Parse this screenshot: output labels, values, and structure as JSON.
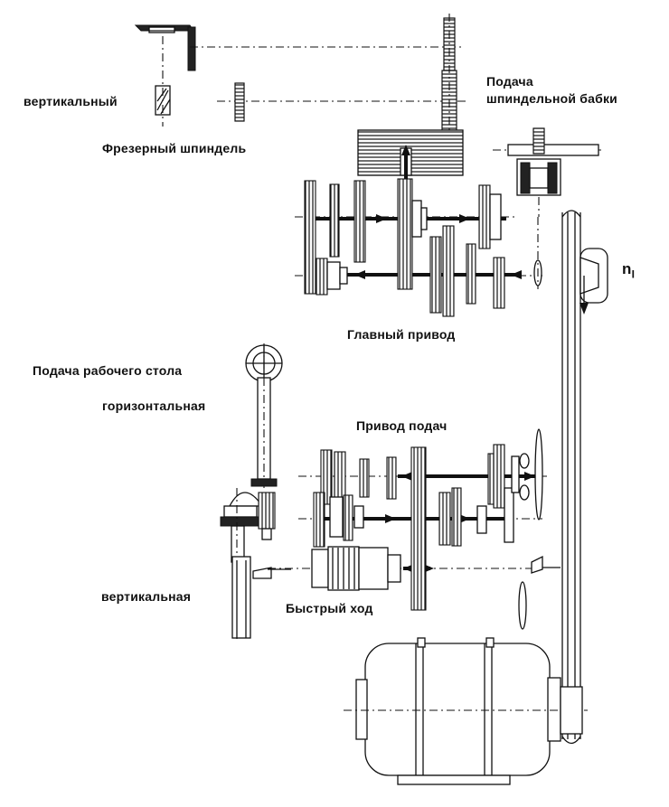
{
  "labels": {
    "vertical_spindle": "вертикальный",
    "milling_spindle": "Фрезерный шпиндель",
    "headstock_feed_line1": "Подача",
    "headstock_feed_line2": "шпиндельной бабки",
    "n1_symbol": "n",
    "n1_subscript": "I",
    "main_drive": "Главный привод",
    "table_feed": "Подача рабочего стола",
    "horizontal": "горизонтальная",
    "feed_drive": "Привод подач",
    "vertical_feed": "вертикальная",
    "rapid_traverse": "Быстрый ход"
  }
}
